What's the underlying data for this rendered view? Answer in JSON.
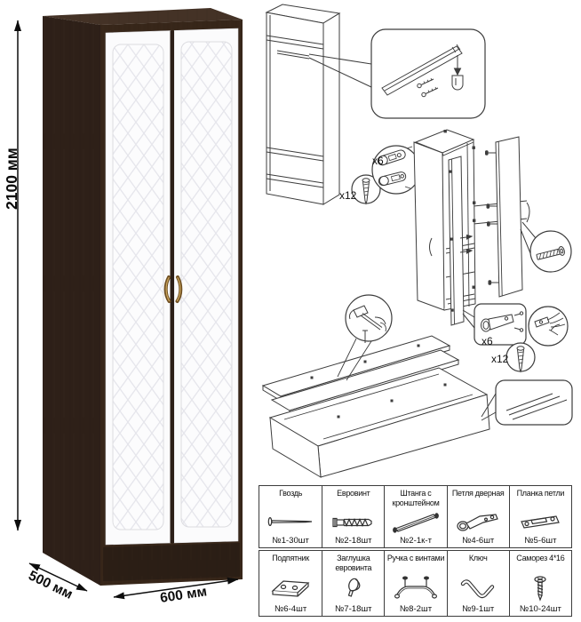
{
  "product": {
    "height_label": "2100 мм",
    "depth_label": "500 мм",
    "width_label": "600 мм"
  },
  "assembly": {
    "screws_top_count": "x12",
    "hinges_top_count": "x6",
    "hinges_bottom_count": "x6",
    "screws_bottom_count": "x12"
  },
  "parts": [
    {
      "name": "Гвоздь",
      "qty": "№1-30шт"
    },
    {
      "name": "Евровинт",
      "qty": "№2-18шт"
    },
    {
      "name": "Штанга с кронштейном",
      "qty": "№2-1к-т"
    },
    {
      "name": "Петля дверная",
      "qty": "№4-6шт"
    },
    {
      "name": "Планка петли",
      "qty": "№5-6шт"
    },
    {
      "name": "Подпятник",
      "qty": "№6-4шт"
    },
    {
      "name": "Заглушка евровинта",
      "qty": "№7-18шт"
    },
    {
      "name": "Ручка с винтами",
      "qty": "№8-2шт"
    },
    {
      "name": "Ключ",
      "qty": "№9-1шт"
    },
    {
      "name": "Саморез 4*16",
      "qty": "№10-24шт"
    }
  ]
}
